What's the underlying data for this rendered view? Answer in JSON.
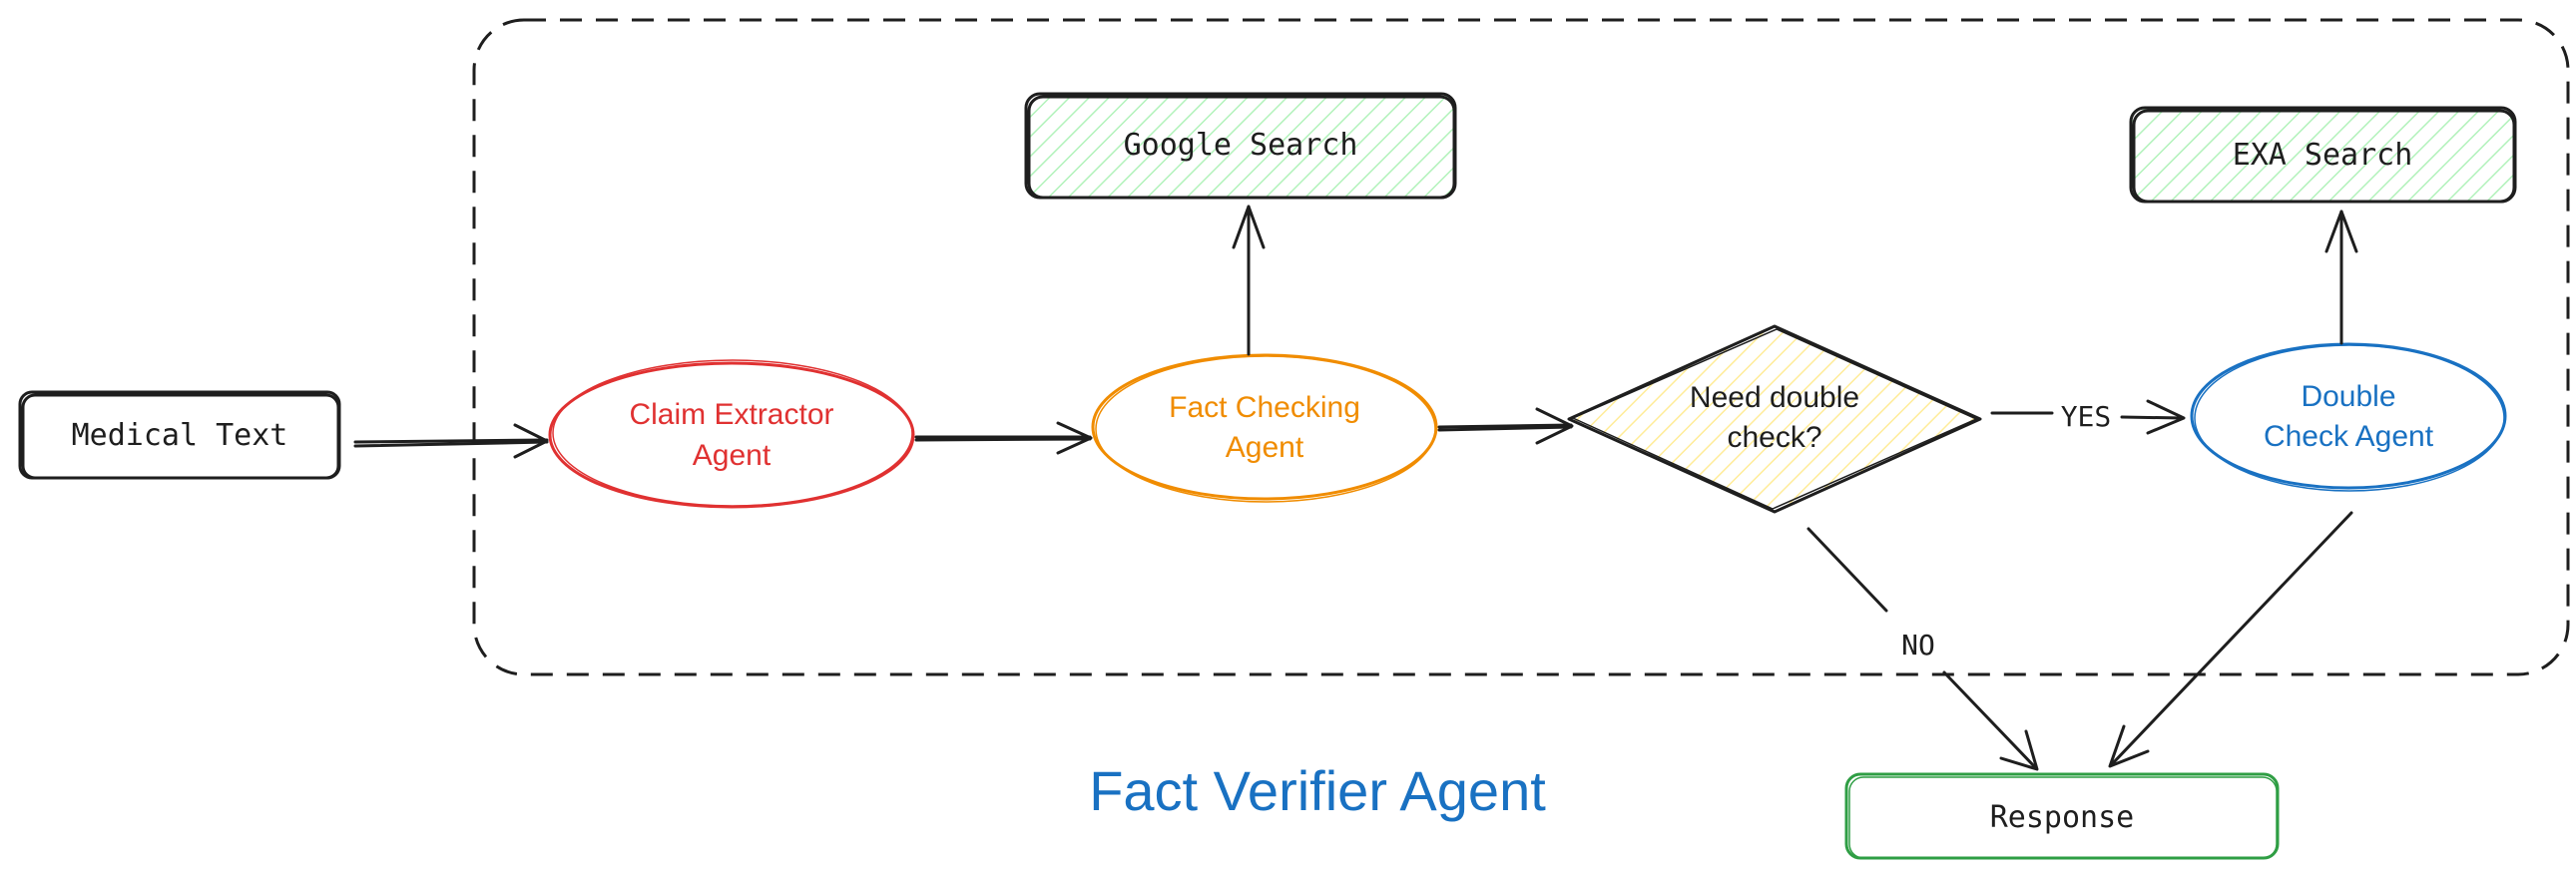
{
  "title": "Fact Verifier Agent",
  "nodes": {
    "medical_text": {
      "label": "Medical Text"
    },
    "claim_extractor": {
      "label_line1": "Claim Extractor",
      "label_line2": "Agent"
    },
    "fact_checking": {
      "label_line1": "Fact Checking",
      "label_line2": "Agent"
    },
    "google_search": {
      "label": "Google Search"
    },
    "need_double_check": {
      "label_line1": "Need double",
      "label_line2": "check?"
    },
    "double_check": {
      "label_line1": "Double",
      "label_line2": "Check Agent"
    },
    "exa_search": {
      "label": "EXA Search"
    },
    "response": {
      "label": "Response"
    }
  },
  "edges": {
    "yes_label": "YES",
    "no_label": "NO"
  },
  "colors": {
    "claim_extractor": "#e03131",
    "fact_checking": "#f08c00",
    "double_check": "#1971c2",
    "title": "#1971c2",
    "search_fill": "#b2f2bb",
    "decision_fill": "#ffec99",
    "response_border": "#2f9e44"
  }
}
